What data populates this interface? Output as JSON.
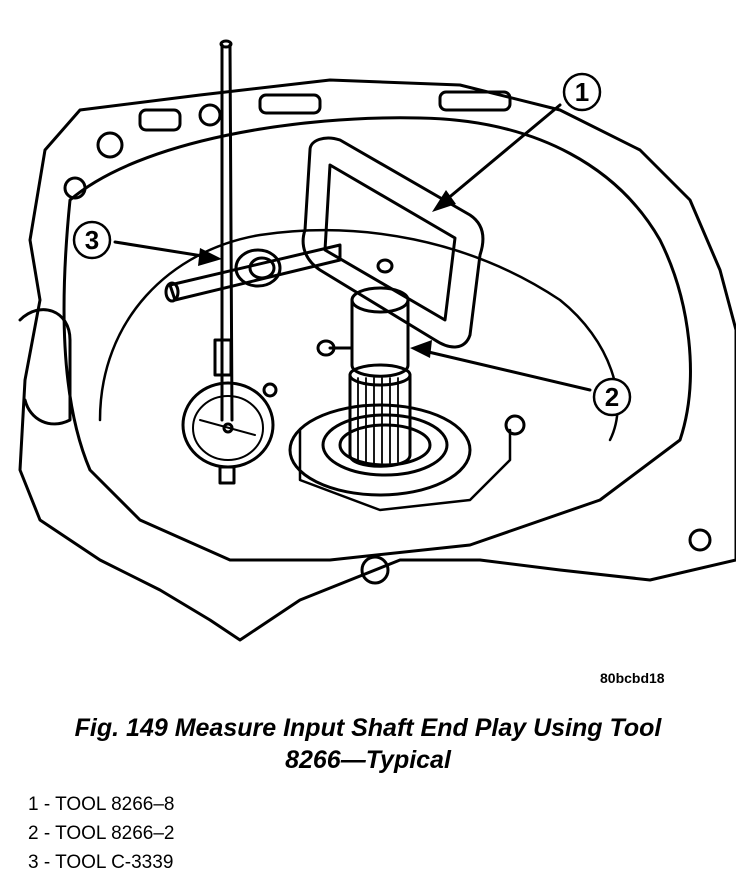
{
  "figure": {
    "image_code": "80bcbd18",
    "caption_line1": "Fig. 149 Measure Input Shaft End Play Using Tool",
    "caption_line2": "8266—Typical",
    "callouts": [
      "1",
      "2",
      "3"
    ],
    "legend": [
      "1 - TOOL 8266–8",
      "2 - TOOL 8266–2",
      "3 - TOOL C-3339"
    ]
  }
}
